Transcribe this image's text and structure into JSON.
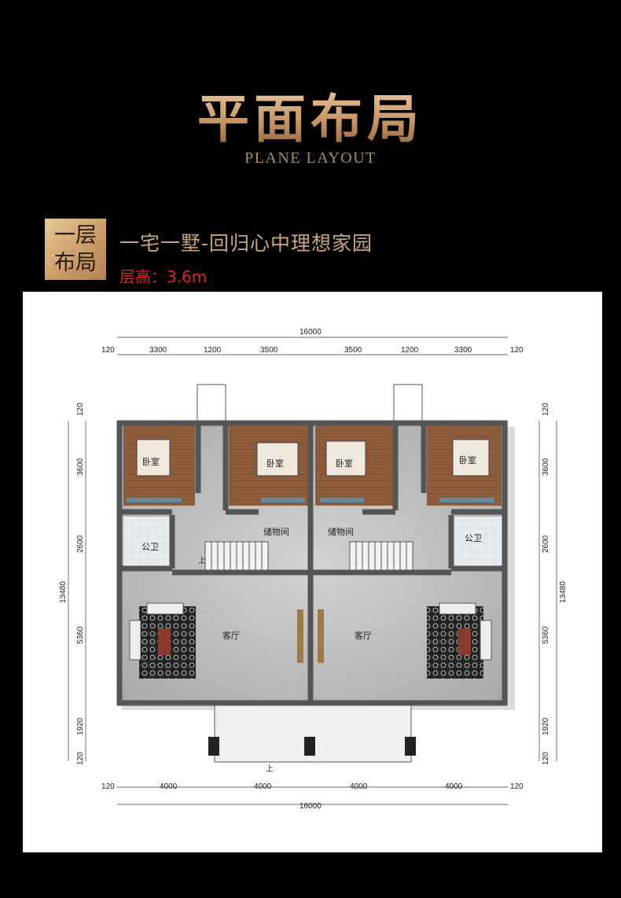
{
  "header": {
    "title": "平面布局",
    "subtitle": "PLANE LAYOUT"
  },
  "section": {
    "badge": "一层\n布局",
    "badge_line1": "一层",
    "badge_line2": "布局",
    "slogan": "一宅一墅-回归心中理想家园",
    "floor_height": "层高：3.6m"
  },
  "plan": {
    "rooms": {
      "bedroom_1": "卧室",
      "bedroom_2": "卧室",
      "bedroom_3": "卧室",
      "bedroom_4": "卧室",
      "storage_1": "储物间",
      "storage_2": "储物间",
      "bathroom_1": "公卫",
      "bathroom_2": "公卫",
      "living_1": "客厅",
      "living_2": "客厅"
    },
    "up_mark": "上",
    "dimensions": {
      "top_total": "16000",
      "top": [
        "120",
        "3300",
        "1200",
        "3500",
        "3500",
        "1200",
        "3300",
        "120"
      ],
      "bottom": [
        "120",
        "4000",
        "4000",
        "4000",
        "4000",
        "120"
      ],
      "bottom_total": "16000",
      "left": [
        "120",
        "3600",
        "2600",
        "5360",
        "1920",
        "120"
      ],
      "left_total": "13480",
      "right": [
        "120",
        "3600",
        "2600",
        "5360",
        "1920",
        "120"
      ],
      "right_total": "13480"
    }
  },
  "colors": {
    "background": "#000000",
    "gold": "#c9996a",
    "accent_red": "#d92626",
    "wall": "#5a5a5a",
    "floor": "#c8c8c8",
    "wood_floor": "#8a5a3a"
  }
}
